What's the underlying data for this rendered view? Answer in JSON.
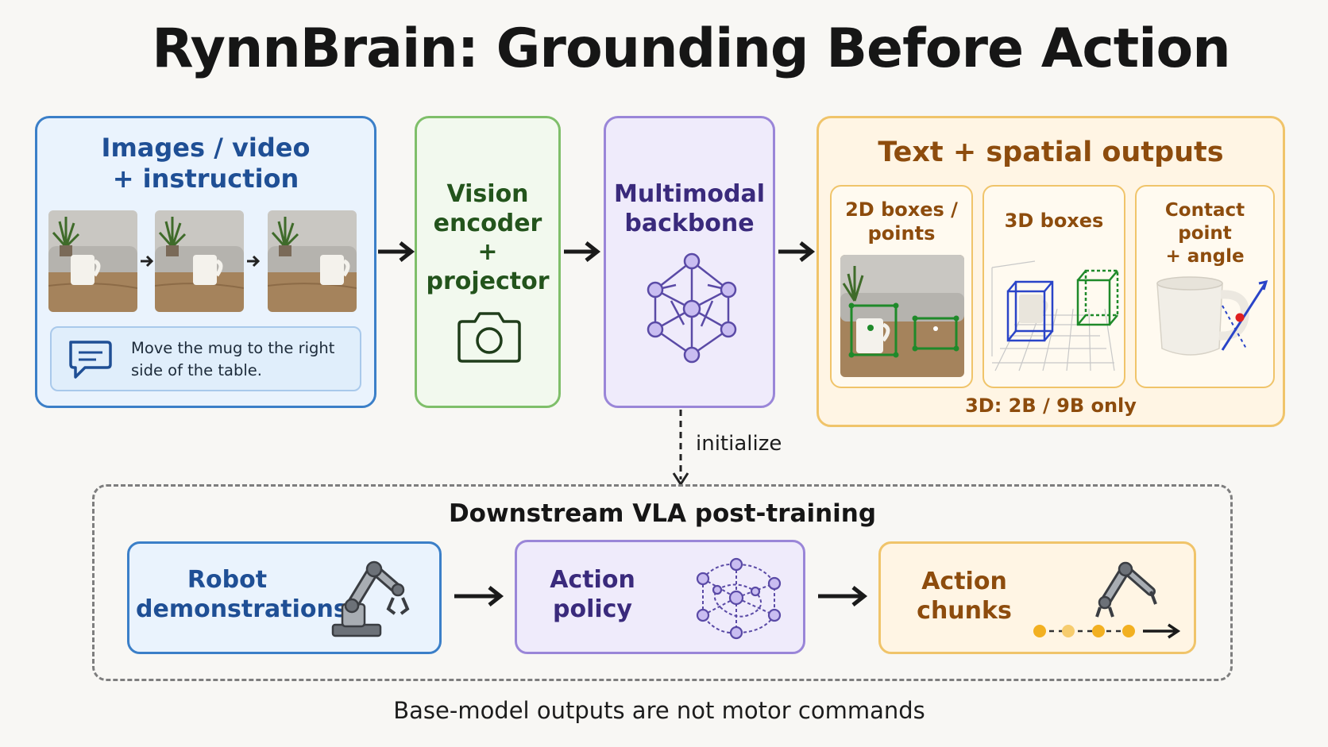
{
  "title": "RynnBrain: Grounding Before Action",
  "input_panel": {
    "heading_line1": "Images / video",
    "heading_line2": "+ instruction",
    "instruction_line1": "Move the mug to the right",
    "instruction_line2": "side of the table."
  },
  "encoder_panel": {
    "line1": "Vision",
    "line2": "encoder",
    "line3": "+ projector"
  },
  "backbone_panel": {
    "line1": "Multimodal",
    "line2": "backbone"
  },
  "outputs_panel": {
    "heading": "Text + spatial outputs",
    "boxes2d_line1": "2D boxes /",
    "boxes2d_line2": "points",
    "boxes3d_label": "3D boxes",
    "contact_line1": "Contact point",
    "contact_line2": "+ angle",
    "note": "3D: 2B / 9B only"
  },
  "initialize_label": "initialize",
  "downstream": {
    "heading": "Downstream VLA post-training",
    "demos_line1": "Robot",
    "demos_line2": "demonstrations",
    "policy_line1": "Action",
    "policy_line2": "policy",
    "chunks_line1": "Action",
    "chunks_line2": "chunks"
  },
  "footer": "Base-model outputs are not motor commands",
  "colors": {
    "blue": "#3b7fc8",
    "green": "#7fbf6a",
    "purple": "#9a86d8",
    "orange": "#f0c46a"
  }
}
